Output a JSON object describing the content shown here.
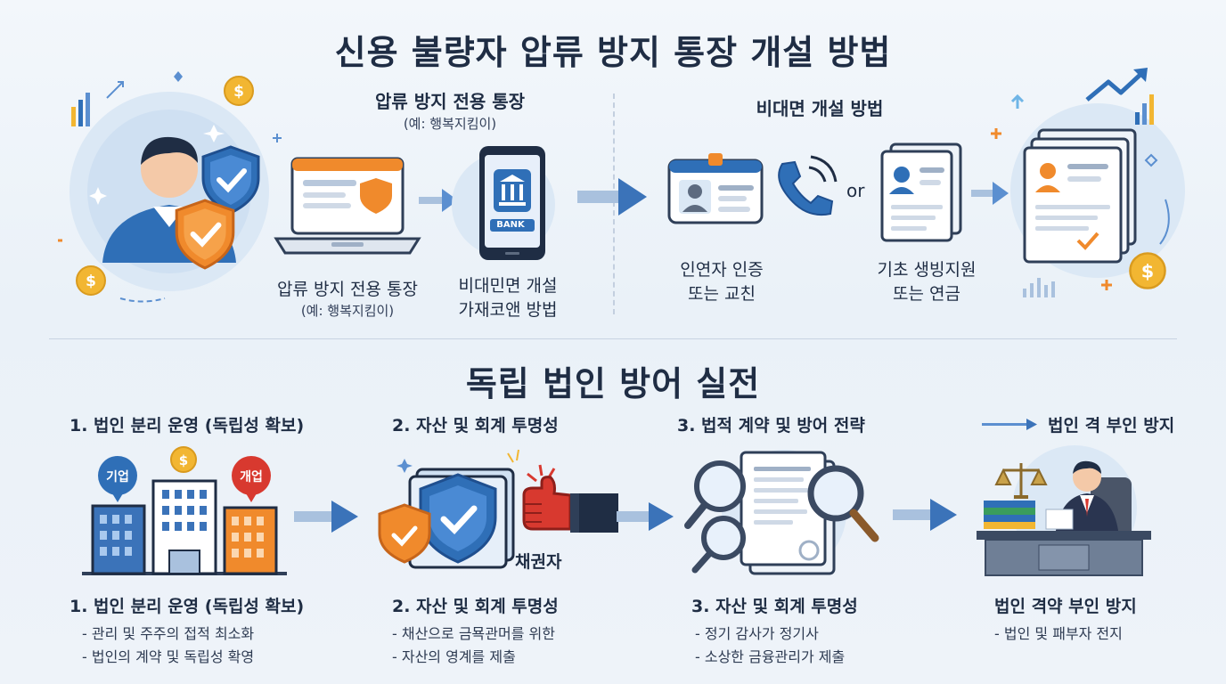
{
  "main_title": "신용 불량자 압류 방지 통장 개설 방법",
  "top": {
    "left_header_title": "압류 방지 전용 통장",
    "left_header_sub": "(예: 행복지킴이)",
    "right_header_title": "비대면 개설 방법",
    "laptop_caption_title": "압류 방지 전용 통장",
    "laptop_caption_sub": "(예: 행복지킴이)",
    "phone_caption_line1": "비대민면 개설",
    "phone_caption_line2": "가재코앤 방법",
    "phone_screen_label": "BANK",
    "or_label": "or",
    "id_caption_line1": "인연자 인증",
    "id_caption_line2": "또는 교친",
    "doc_caption_line1": "기초 생빙지원",
    "doc_caption_line2": "또는 연금"
  },
  "section2_title": "독립 법인 방어 실전",
  "steps": [
    {
      "heading": "1. 법인 분리 운영 (독립성 확보)",
      "caption": "1. 법인 분리 운영 (독립성 확보)",
      "bullets": [
        "- 관리 및 주주의 접적 최소화",
        "- 법인의 계약 및 독립성 확영"
      ],
      "bubble_left": "기업",
      "bubble_right": "개업"
    },
    {
      "heading": "2. 자산 및 회계 투명성",
      "caption": "2. 자산 및 회계 투명성",
      "bullets": [
        "- 채산으로 금묙관머를 위한",
        "- 자산의 영계를 제출"
      ],
      "creditor_label": "채권자"
    },
    {
      "heading": "3. 법적 계약 및 방어 전략",
      "caption": "3. 자산 및 회계 투명성",
      "bullets": [
        "- 정기 감사가 정기사",
        "- 소상한 금융관리가 제출"
      ]
    },
    {
      "heading": "법인 격 부인 방지",
      "caption": "법인 격약 부인 방지",
      "bullets": [
        "- 법인 및 패부자 전지"
      ]
    }
  ],
  "icons": {
    "person": "person-icon",
    "shield": "shield-check-icon",
    "laptop": "laptop-icon",
    "phone": "smartphone-bank-icon",
    "id_card": "id-card-icon",
    "telephone": "telephone-icon",
    "document": "document-profile-icon",
    "buildings": "buildings-icon",
    "hand": "hand-stop-icon",
    "magnifier": "magnifier-document-icon",
    "lawyer": "lawyer-desk-icon",
    "coin": "coin-icon",
    "arrow": "arrow-right-icon"
  },
  "colors": {
    "navy": "#1f2d44",
    "blue": "#2f6fb7",
    "light_blue": "#dbe8f5",
    "orange": "#f08a2c",
    "gold": "#f2b632",
    "red": "#d8392f"
  }
}
